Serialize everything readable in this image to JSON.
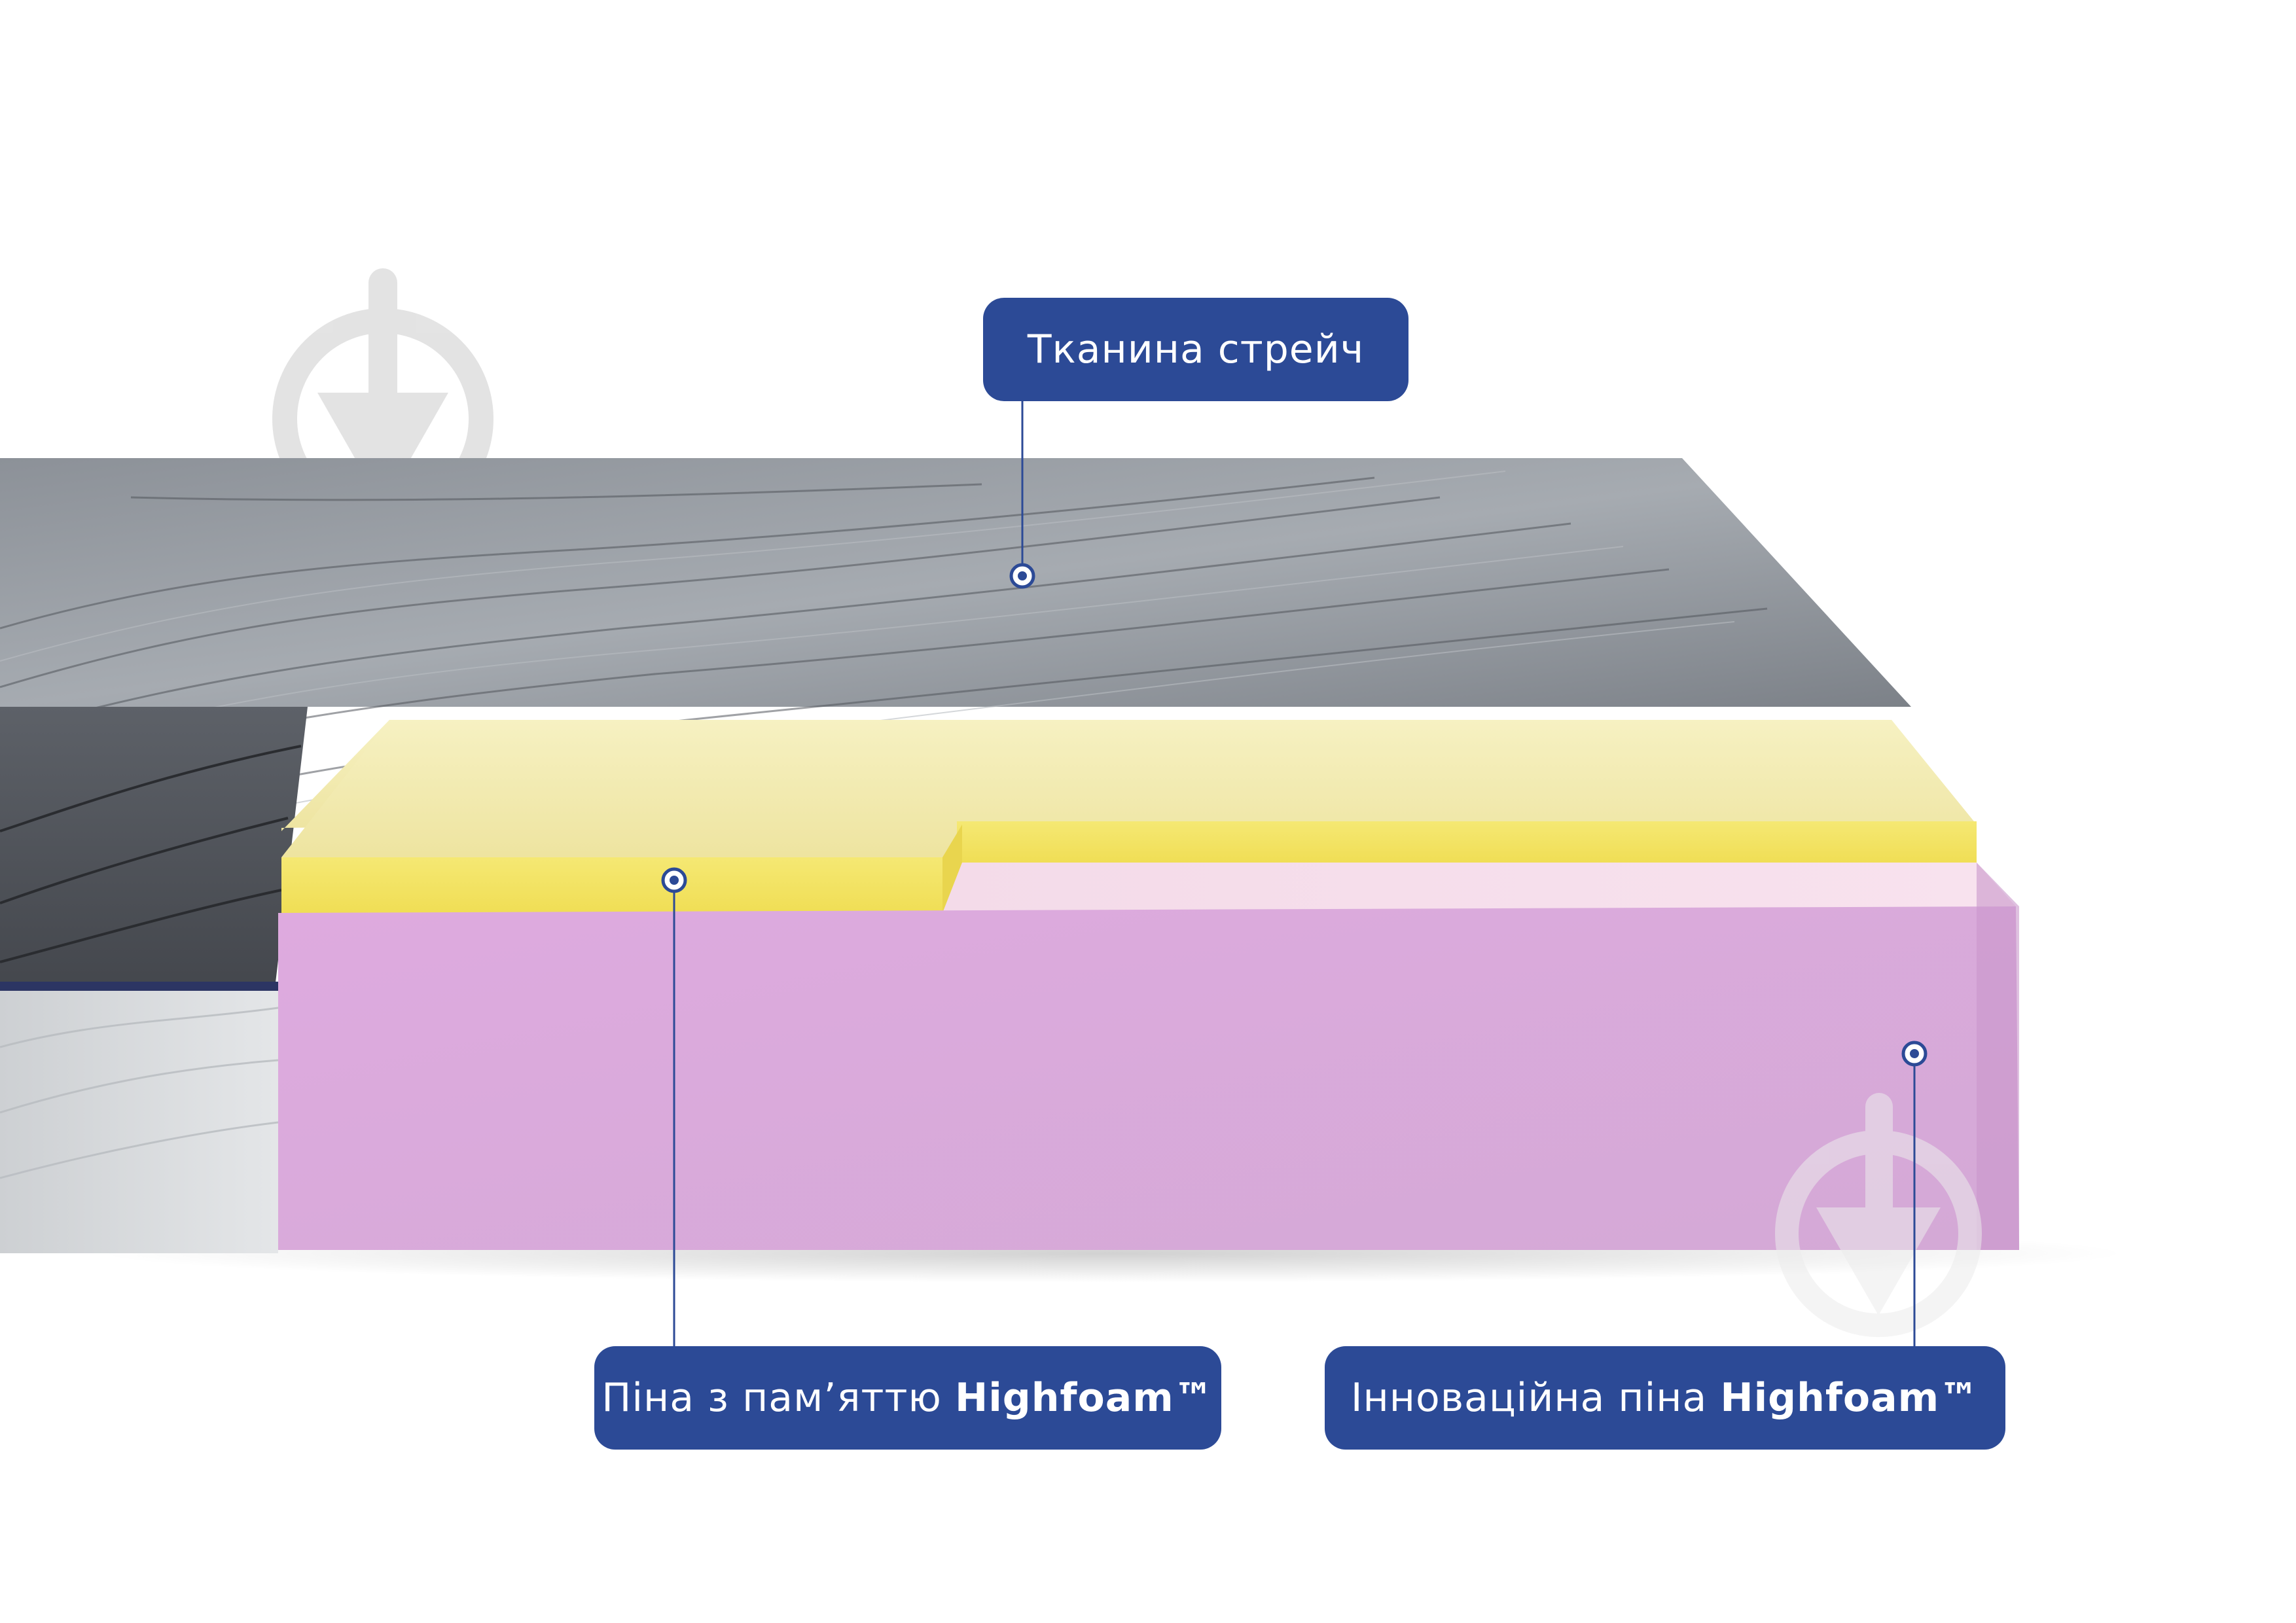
{
  "callouts": {
    "fabric": {
      "label": "Тканина стрейч"
    },
    "memory_foam": {
      "label": "Піна з пам’яттю",
      "brand": "Highfoam™"
    },
    "innovative_foam": {
      "label": "Інноваційна піна",
      "brand": "Highfoam™"
    }
  },
  "colors": {
    "callout_bg": "#2c4a96",
    "callout_text": "#ffffff",
    "fabric_gray": "#8a8f96",
    "memory_foam_yellow": "#f3e98a",
    "innovative_foam_pink": "#d9a8da",
    "watermark": "#e3e3e3"
  },
  "icons": [
    "watermark-download-icon",
    "callout-dot-icon"
  ]
}
